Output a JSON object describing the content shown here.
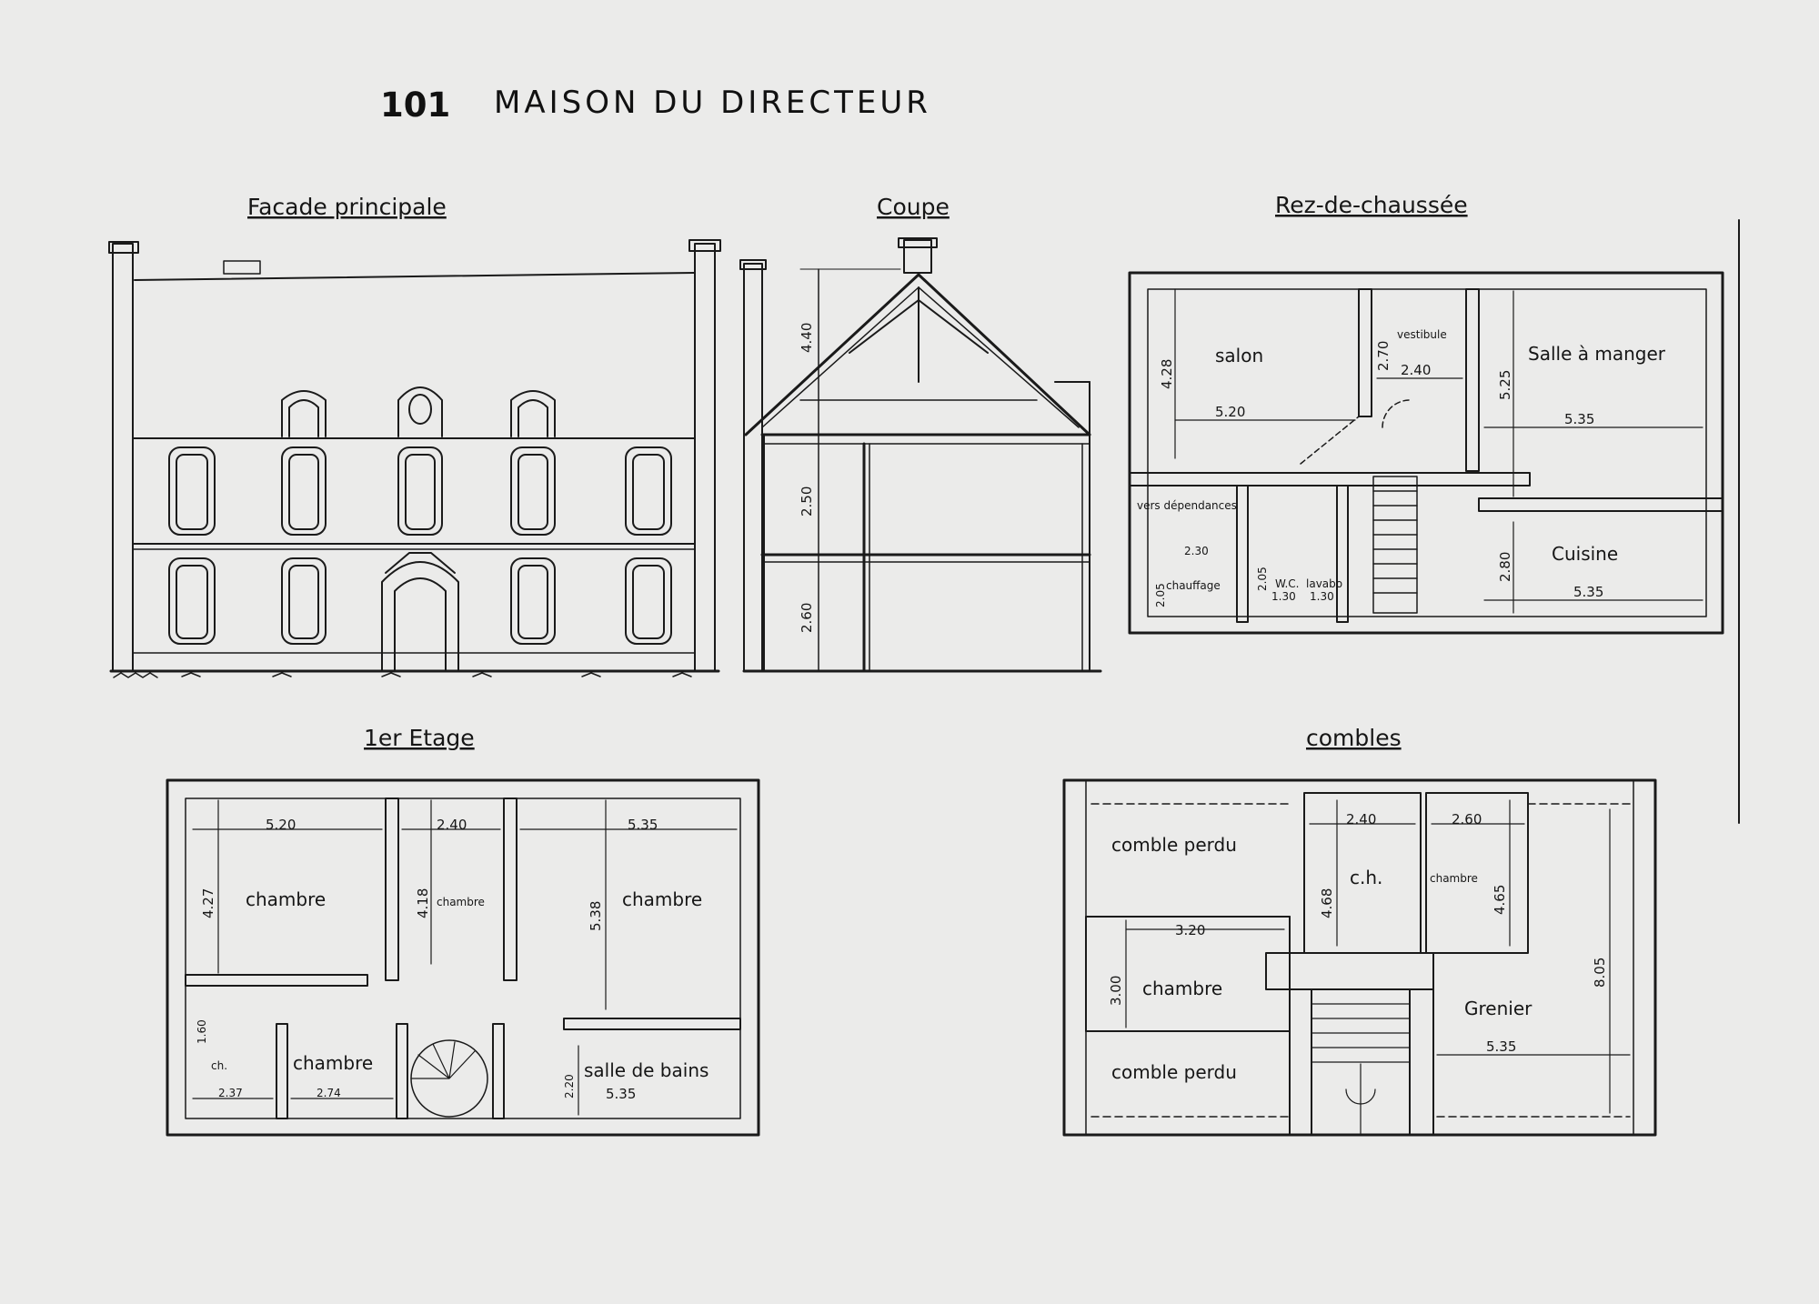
{
  "header": {
    "number": "101",
    "title": "MAISON DU DIRECTEUR"
  },
  "facade": {
    "label": "Facade principale"
  },
  "coupe": {
    "label": "Coupe",
    "dims": [
      "4.40",
      "2.50",
      "2.60"
    ]
  },
  "rdc": {
    "label": "Rez-de-chaussée",
    "rooms": {
      "salon": "salon",
      "vestibule": "vestibule",
      "salle": "Salle à manger",
      "cuisine": "Cuisine",
      "dependances": "vers dépendances",
      "chauffage": "chauffage",
      "wc": "W.C.",
      "lavabo": "lavabo"
    },
    "dims": {
      "salon_h": "4.28",
      "salon_w": "5.20",
      "vest_h": "2.70",
      "vest_w": "2.40",
      "salle_h": "5.25",
      "salle_w": "5.35",
      "cuis_h": "2.80",
      "cuis_w": "5.35",
      "ch_w": "2.30",
      "ch_h": "2.05",
      "wc_w": "1.30",
      "wc_h": "2.05",
      "lav_w": "1.30"
    }
  },
  "etage": {
    "label": "1er Etage",
    "rooms": {
      "chambre1": "chambre",
      "chambre2": "chambre",
      "chambre3": "chambre",
      "chambre4": "chambre",
      "ch": "ch.",
      "bains": "salle de bains"
    },
    "dims": {
      "a": "5.20",
      "b": "4.27",
      "c": "2.40",
      "d": "4.18",
      "e": "5.35",
      "f": "5.38",
      "g": "1.60",
      "h": "2.37",
      "i": "2.74",
      "j": "2.20",
      "k": "5.35"
    }
  },
  "combles": {
    "label": "combles",
    "rooms": {
      "perdu1": "comble perdu",
      "perdu2": "comble perdu",
      "chambre": "chambre",
      "ch": "c.h.",
      "chambre2": "chambre",
      "grenier": "Grenier"
    },
    "dims": {
      "a": "2.40",
      "b": "2.60",
      "c": "4.68",
      "d": "4.65",
      "e": "3.20",
      "f": "3.00",
      "g": "8.05",
      "h": "5.35"
    }
  }
}
